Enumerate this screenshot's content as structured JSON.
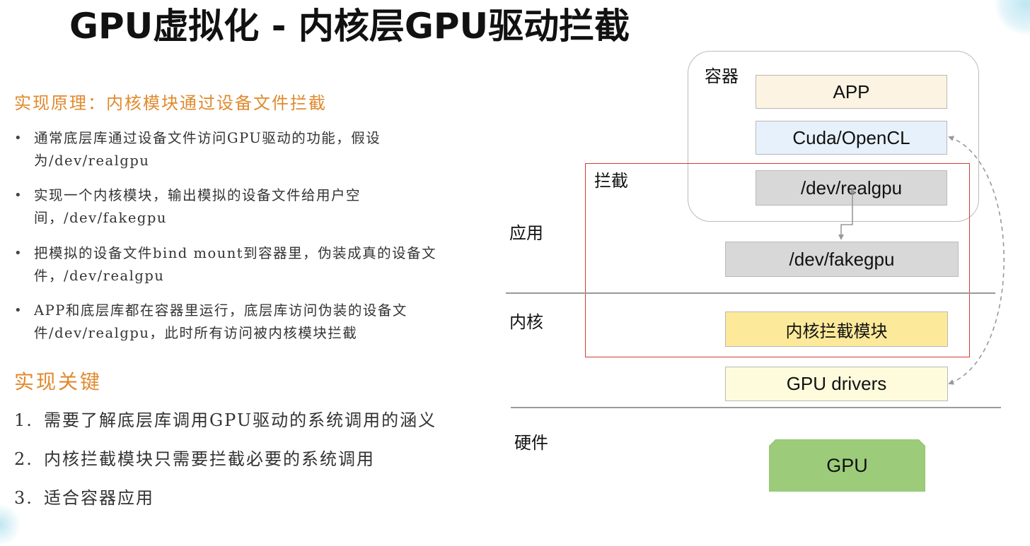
{
  "title": "GPU虚拟化 - 内核层GPU驱动拦截",
  "left": {
    "principle_heading": "实现原理：内核模块通过设备文件拦截",
    "bullet_marker": "•",
    "bullets": [
      "通常底层库通过设备文件访问GPU驱动的功能，假设为/dev/realgpu",
      "实现一个内核模块，输出模拟的设备文件给用户空间，/dev/fakegpu",
      "把模拟的设备文件bind mount到容器里，伪装成真的设备文件，/dev/realgpu",
      "APP和底层库都在容器里运行，底层库访问伪装的设备文件/dev/realgpu，此时所有访问被内核模块拦截"
    ],
    "key_heading": "实现关键",
    "keys": [
      {
        "num": "1.",
        "text": "需要了解底层库调用GPU驱动的系统调用的涵义"
      },
      {
        "num": "2.",
        "text": "内核拦截模块只需要拦截必要的系统调用"
      },
      {
        "num": "3.",
        "text": "适合容器应用"
      }
    ]
  },
  "diagram": {
    "container_label": "容器",
    "intercept_label": "拦截",
    "layers": {
      "app": "应用",
      "kernel": "内核",
      "hardware": "硬件"
    },
    "boxes": {
      "app": "APP",
      "cuda": "Cuda/OpenCL",
      "realgpu": "/dev/realgpu",
      "fakegpu": "/dev/fakegpu",
      "kernel_module": "内核拦截模块",
      "drivers": "GPU drivers",
      "gpu": "GPU"
    },
    "colors": {
      "intercept_border": "#d43a2f",
      "app_fill": "#fcf3e2",
      "cuda_fill": "#e7f1fb",
      "device_fill": "#d8d8d8",
      "kernel_module_fill": "#fcea9a",
      "drivers_fill": "#fdfbdc",
      "gpu_fill": "#9ccc7a",
      "section_heading": "#e08a2e"
    }
  }
}
